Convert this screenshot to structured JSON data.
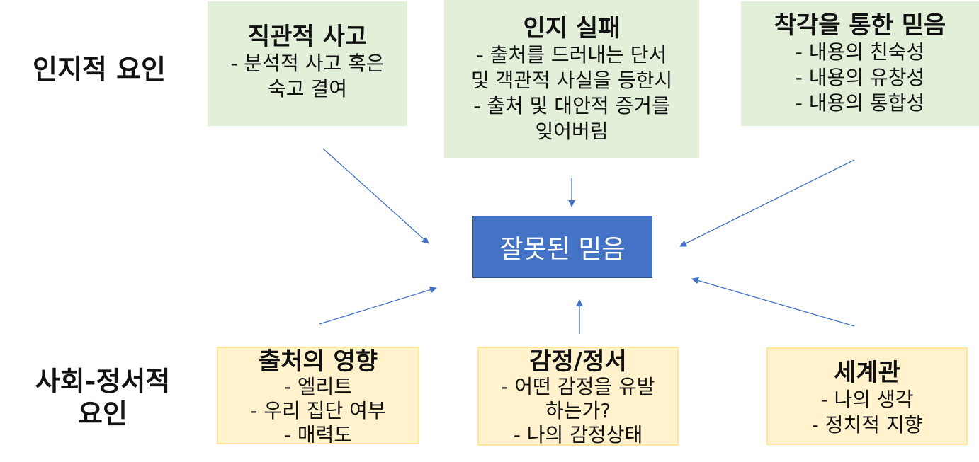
{
  "row_labels": {
    "cognitive": "인지적 요인",
    "social_emotional": "사회-정서적\n요인"
  },
  "center": {
    "label": "잘못된 믿음",
    "fill": "#4472c4"
  },
  "colors": {
    "cognitive_box": "#e2efd9",
    "social_box": "#fff2cc",
    "social_border": "#ffe699",
    "arrow": "#4472c4"
  },
  "boxes": {
    "intuitive_thinking": {
      "title": "직관적 사고",
      "lines": [
        "- 분석적 사고 혹은",
        "숙고 결여"
      ]
    },
    "cognitive_failure": {
      "title": "인지 실패",
      "lines": [
        "- 출처를 드러내는 단서",
        "및 객관적 사실을 등한시",
        "- 출처 및 대안적 증거를",
        "잊어버림"
      ]
    },
    "illusory_truth": {
      "title": "착각을 통한 믿음",
      "lines": [
        "- 내용의 친숙성",
        "- 내용의 유창성",
        "- 내용의 통합성"
      ]
    },
    "source_influence": {
      "title": "출처의 영향",
      "lines": [
        "- 엘리트",
        "- 우리 집단 여부",
        "- 매력도"
      ]
    },
    "emotion": {
      "title": "감정/정서",
      "lines": [
        "- 어떤 감정을 유발",
        "하는가?",
        "- 나의 감정상태"
      ]
    },
    "worldview": {
      "title": "세계관",
      "lines": [
        "- 나의 생각",
        "- 정치적 지향"
      ]
    }
  }
}
